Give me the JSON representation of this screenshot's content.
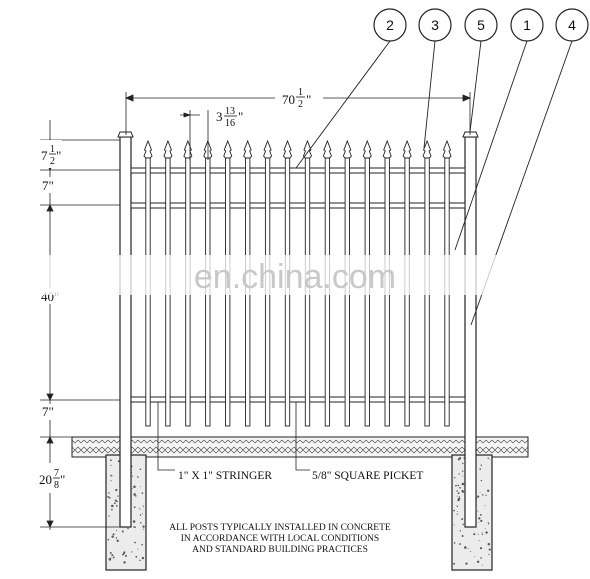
{
  "callouts": [
    {
      "num": "2",
      "target": "picket-rail-top"
    },
    {
      "num": "3",
      "target": "spear-finial"
    },
    {
      "num": "5",
      "target": "post-cap"
    },
    {
      "num": "1",
      "target": "upper-rail-right"
    },
    {
      "num": "4",
      "target": "post-right"
    }
  ],
  "dimensions": {
    "overall_width": "70",
    "overall_width_frac_num": "1",
    "overall_width_frac_den": "2",
    "overall_width_unit": "\"",
    "picket_spacing": "3",
    "picket_spacing_frac_num": "13",
    "picket_spacing_frac_den": "16",
    "picket_spacing_unit": "\"",
    "spear_height": "7",
    "spear_height_frac_num": "1",
    "spear_height_frac_den": "2",
    "spear_height_unit": "\"",
    "top_gap": "7\"",
    "middle_gap": "40\"",
    "bottom_gap": "7\"",
    "post_embed": "20",
    "post_embed_frac_num": "7",
    "post_embed_frac_den": "8",
    "post_embed_unit": "\""
  },
  "labels": {
    "stringer": "1\" X 1\" STRINGER",
    "picket": "5/8\" SQUARE PICKET",
    "note_line1": "ALL POSTS TYPICALLY INSTALLED IN CONCRETE",
    "note_line2": "IN ACCORDANCE WITH LOCAL CONDITIONS",
    "note_line3": "AND STANDARD BUILDING PRACTICES"
  },
  "watermark": "en.china.com",
  "colors": {
    "line": "#1a1a1a",
    "watermark": "#cfcfcf",
    "concrete": "#e8e8e8"
  },
  "picket_count": 16
}
